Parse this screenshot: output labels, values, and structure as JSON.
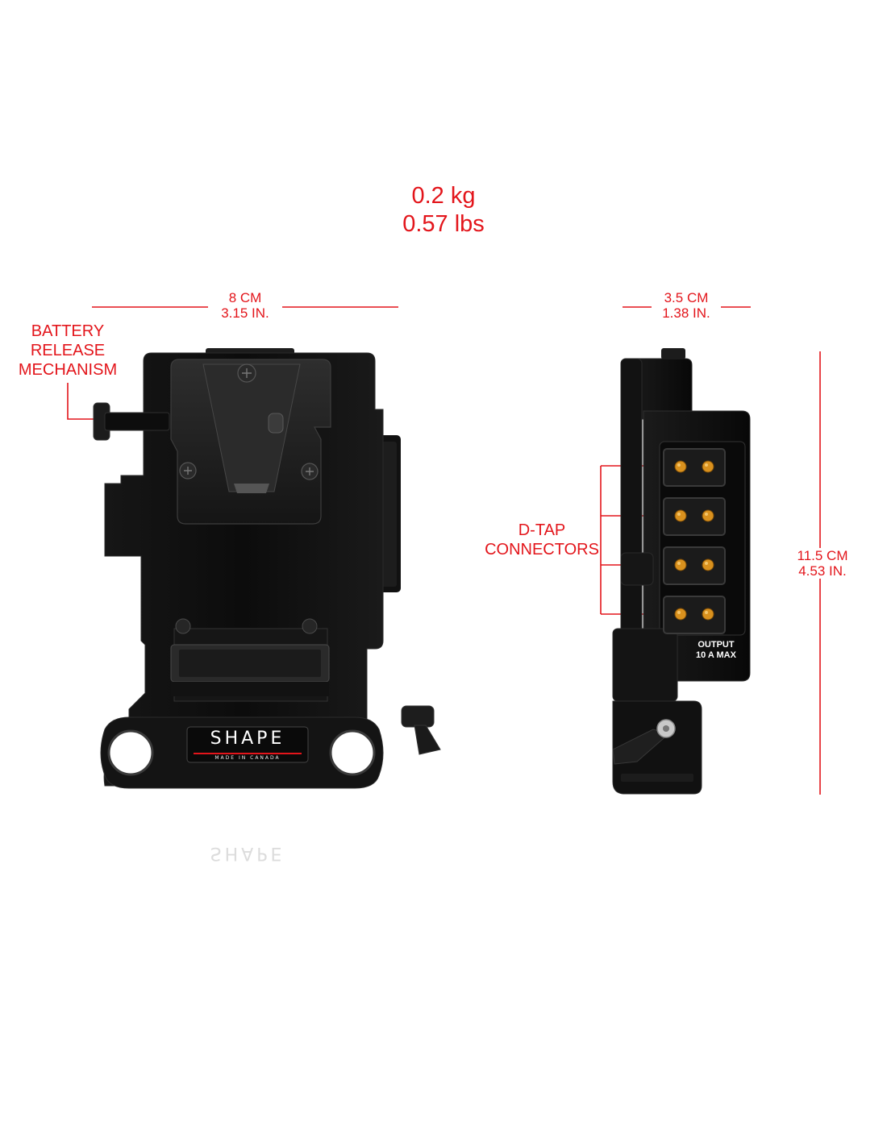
{
  "weight": {
    "metric": "0.2 kg",
    "imperial": "0.57 lbs"
  },
  "front_width": {
    "metric": "8 CM",
    "imperial": "3.15 IN."
  },
  "side_depth": {
    "metric": "3.5 CM",
    "imperial": "1.38 IN."
  },
  "height": {
    "metric": "11.5 CM",
    "imperial": "4.53 IN."
  },
  "callouts": {
    "battery_release": [
      "BATTERY",
      "RELEASE",
      "MECHANISM"
    ],
    "dtap": [
      "D-TAP",
      "CONNECTORS"
    ]
  },
  "device": {
    "brand": "SHAPE",
    "brand_sub": "MADE IN CANADA",
    "output_label": [
      "OUTPUT",
      "10 A MAX"
    ],
    "dtap_count": 4
  },
  "colors": {
    "annotation": "#e3151b",
    "body": "#111111",
    "connector_pin": "#d9911e"
  }
}
